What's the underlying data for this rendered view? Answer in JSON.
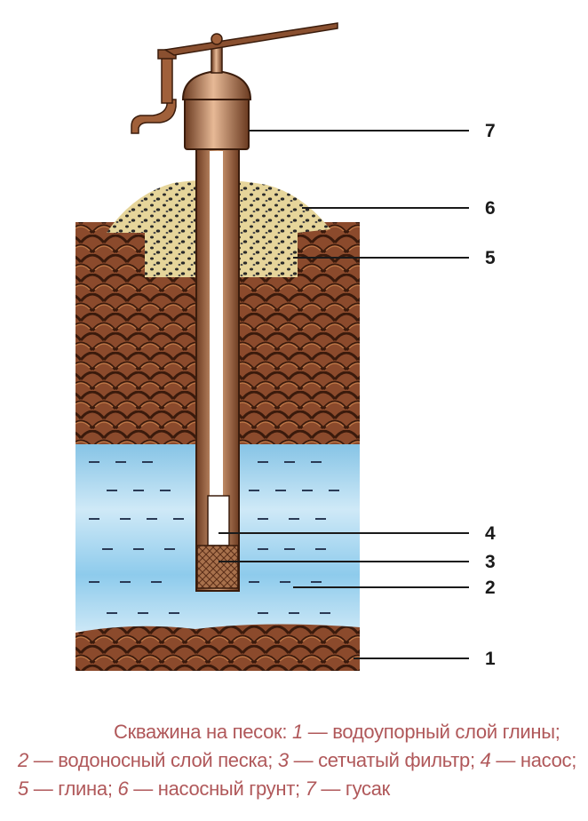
{
  "callouts": [
    {
      "num": "7"
    },
    {
      "num": "6"
    },
    {
      "num": "5"
    },
    {
      "num": "4"
    },
    {
      "num": "3"
    },
    {
      "num": "2"
    },
    {
      "num": "1"
    }
  ],
  "caption": {
    "title": "Скважина на песок:",
    "items": [
      {
        "num": "1",
        "text": "— водоупорный слой глины;"
      },
      {
        "num": "2",
        "text": "— водоносный слой песка;"
      },
      {
        "num": "3",
        "text": "— сетчатый фильтр;"
      },
      {
        "num": "4",
        "text": "— насос;"
      },
      {
        "num": "5",
        "text": "— глина;"
      },
      {
        "num": "6",
        "text": "— насосный грунт;"
      },
      {
        "num": "7",
        "text": "— гусак"
      }
    ]
  },
  "colors": {
    "clay": "#8b4a2c",
    "clay_dark": "#3a1a0c",
    "sand": "#e6d59a",
    "water": "#9fd0ec",
    "pipe": "#b8805a",
    "caption": "#b0585a"
  }
}
